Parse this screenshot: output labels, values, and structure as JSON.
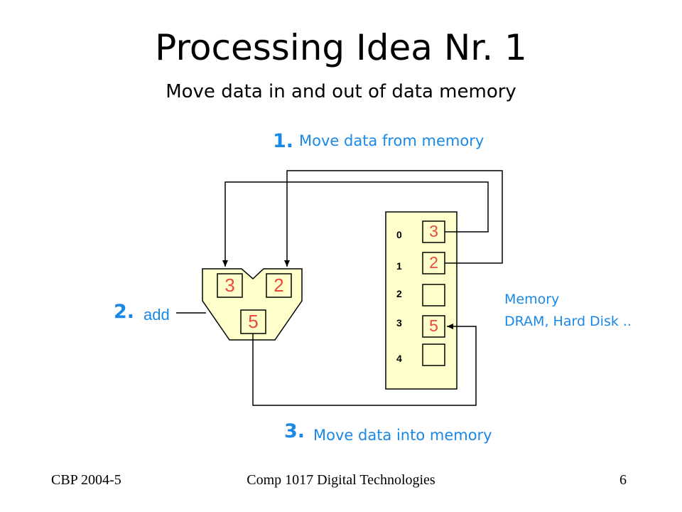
{
  "title": "Processing Idea Nr. 1",
  "subtitle": "Move data in and out of data memory",
  "steps": {
    "one": {
      "number": "1.",
      "text": "Move data from memory"
    },
    "two": {
      "number": "2.",
      "text": "add"
    },
    "three": {
      "number": "3.",
      "text": "Move data into memory"
    }
  },
  "processor": {
    "input_a": "3",
    "input_b": "2",
    "output": "5"
  },
  "memory": {
    "caption": [
      "Memory",
      "DRAM, Hard Disk .."
    ],
    "addresses": [
      "0",
      "1",
      "2",
      "3",
      "4"
    ],
    "cells": [
      "3",
      "2",
      "",
      "5",
      ""
    ]
  },
  "footer": {
    "left": "CBP 2004-5",
    "center": "Comp 1017  Digital Technologies",
    "page": "6"
  },
  "colors": {
    "accent": "#1a88e6",
    "box_fill": "#ffffcc",
    "red_text": "#e84a3c"
  }
}
